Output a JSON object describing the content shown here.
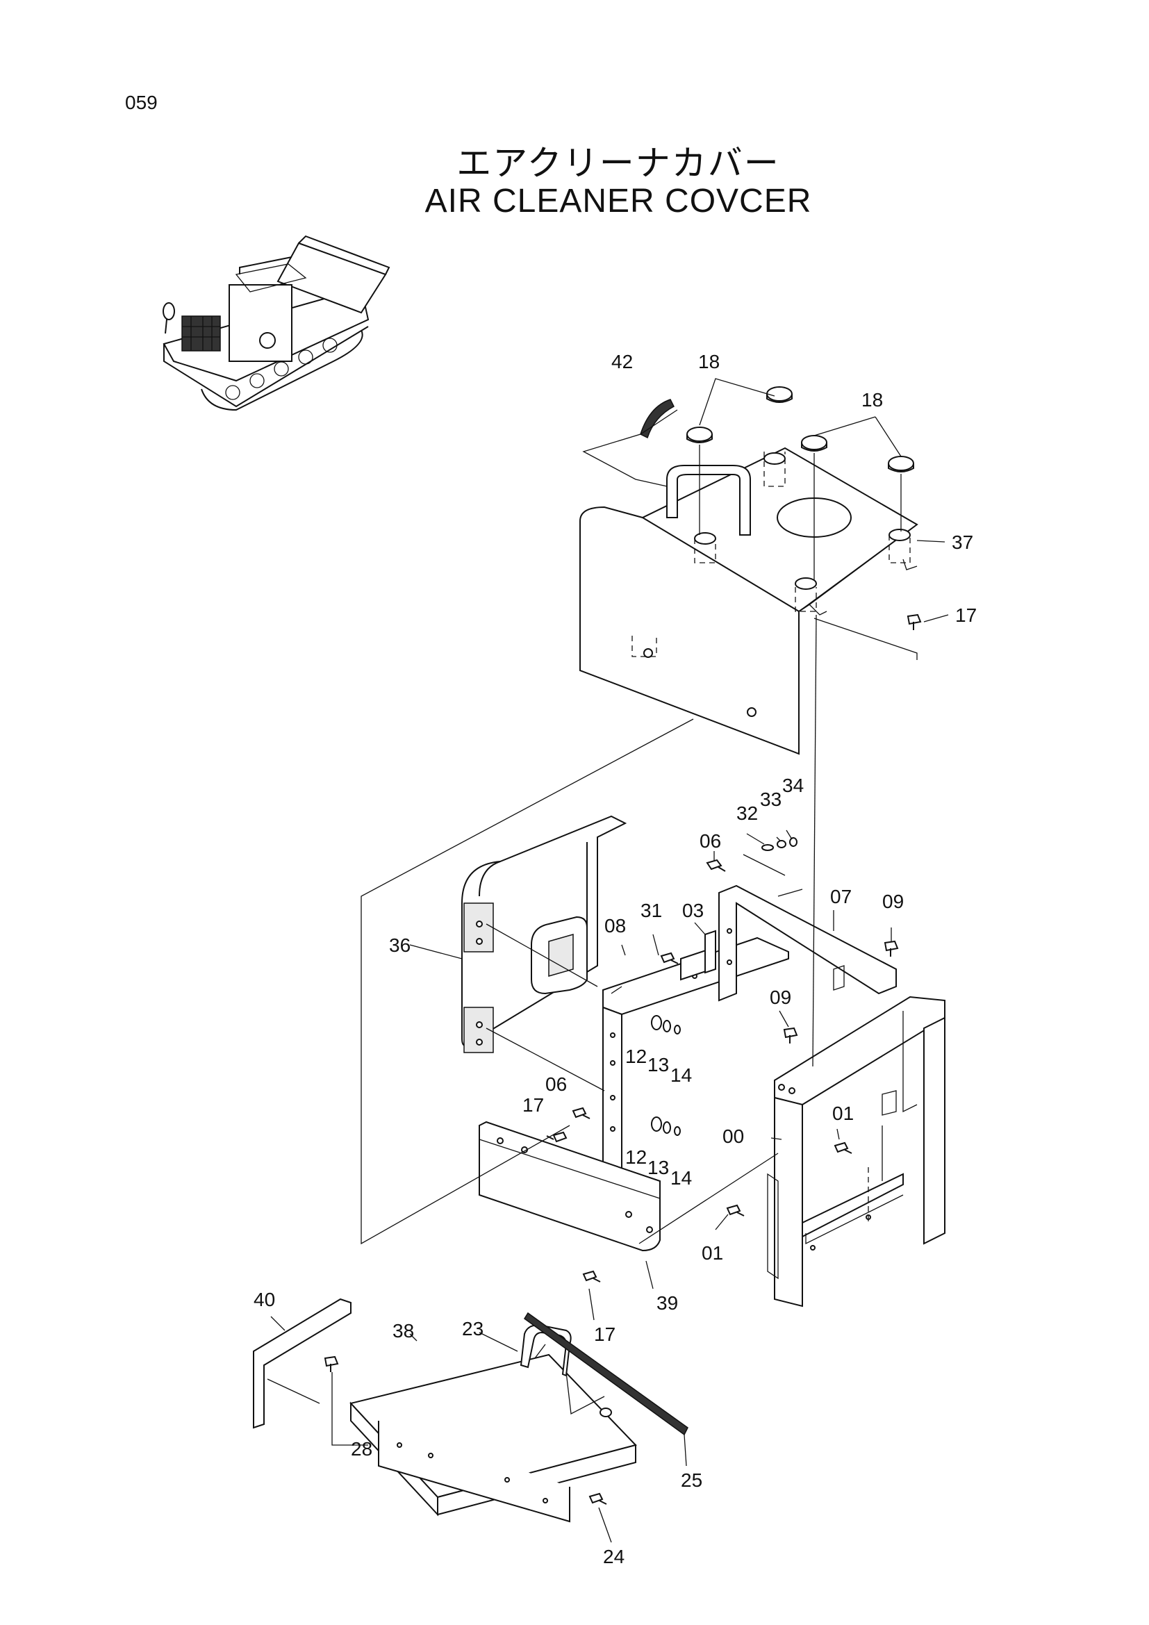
{
  "page": {
    "number": "059"
  },
  "title": {
    "jp": "エアクリーナカバー",
    "en": "AIR CLEANER COVCER"
  },
  "callouts": {
    "c42": "42",
    "c18a": "18",
    "c18b": "18",
    "c37": "37",
    "c17a": "17",
    "c34": "34",
    "c33": "33",
    "c32": "32",
    "c06a": "06",
    "c07": "07",
    "c09a": "09",
    "c31": "31",
    "c03": "03",
    "c08": "08",
    "c36": "36",
    "c09b": "09",
    "c12a": "12",
    "c13a": "13",
    "c14a": "14",
    "c06b": "06",
    "c17b": "17",
    "c01a": "01",
    "c00": "00",
    "c12b": "12",
    "c13b": "13",
    "c14b": "14",
    "c01b": "01",
    "c39": "39",
    "c17c": "17",
    "c40": "40",
    "c38": "38",
    "c23": "23",
    "c28": "28",
    "c25": "25",
    "c24": "24"
  }
}
